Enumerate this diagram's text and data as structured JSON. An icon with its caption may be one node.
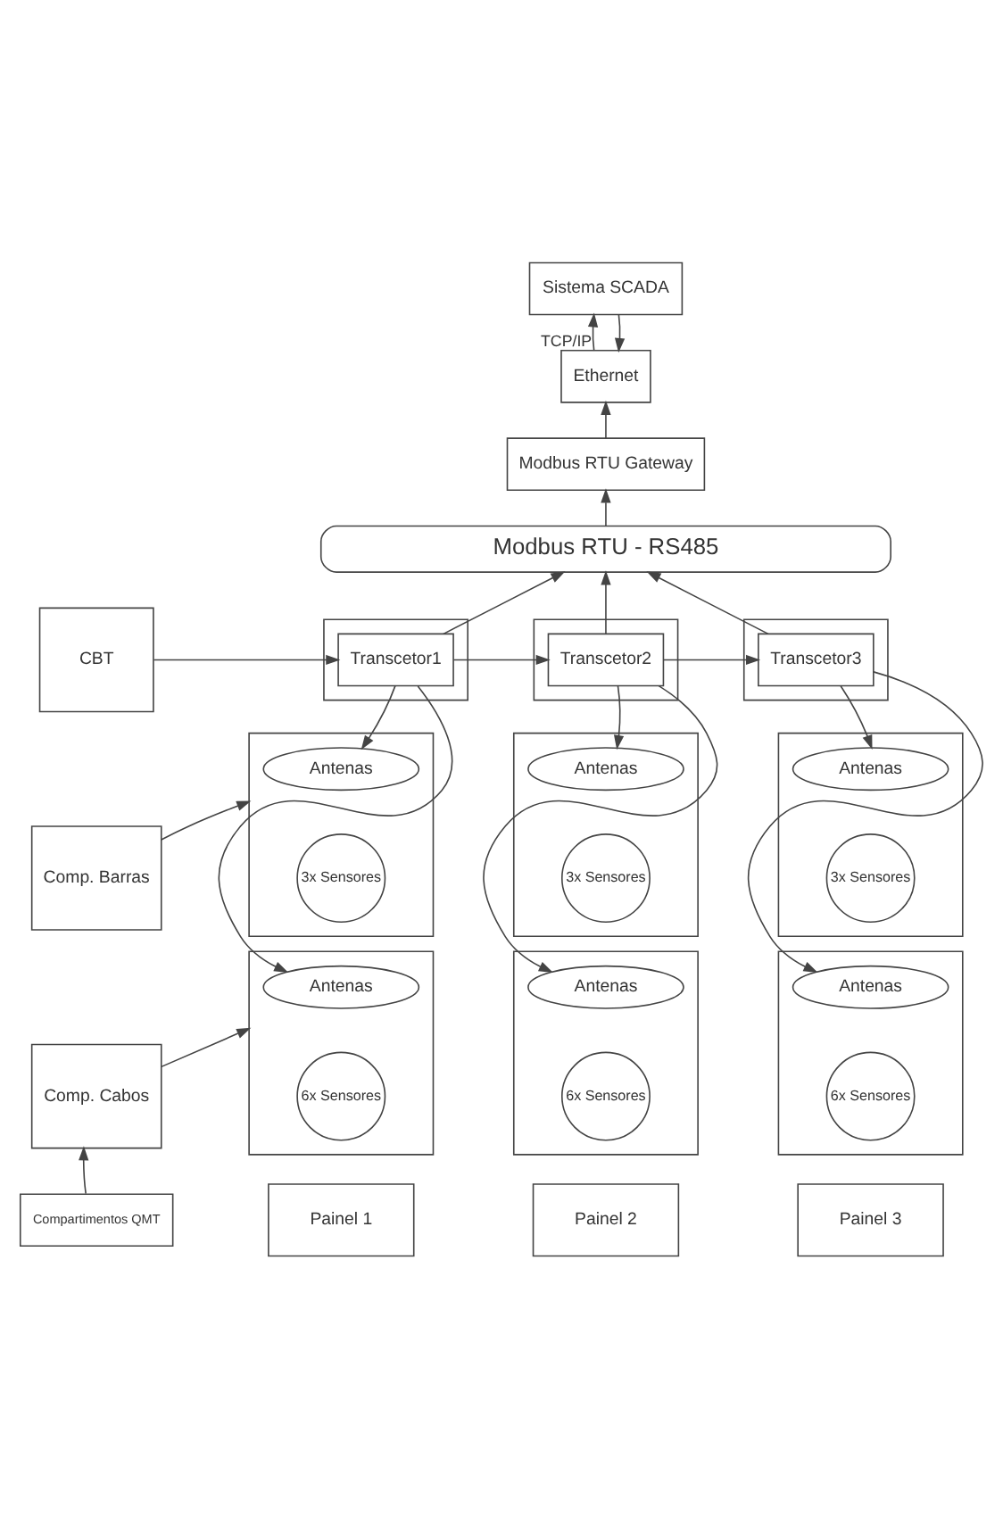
{
  "diagram": {
    "nodes": [
      {
        "text": [
          "Sistema SCADA"
        ]
      },
      {
        "text": [
          "Ethernet"
        ]
      },
      {
        "text": [
          "Modbus RTU Gateway"
        ]
      },
      {
        "text": [
          "Modbus RTU - RS485"
        ]
      },
      {
        "text": [
          "CBT"
        ]
      },
      {
        "text": [],
        "shape": "box"
      },
      {
        "text": [
          "Transcetor1"
        ],
        "in": 5
      },
      {
        "text": [],
        "shape": "box"
      },
      {
        "text": [
          "Transcetor2"
        ],
        "in": 7
      },
      {
        "text": [],
        "shape": "box"
      },
      {
        "text": [
          "Transcetor3"
        ],
        "in": 9
      },
      {
        "text": [
          "Comp. Barras"
        ]
      },
      {
        "text": [],
        "shape": "box"
      },
      {
        "text": [
          "Antenas"
        ],
        "in": 12
      },
      {
        "text": [
          "3x Sensores"
        ],
        "in": 12
      },
      {
        "text": [],
        "shape": "box"
      },
      {
        "text": [
          "Antenas"
        ],
        "in": 15
      },
      {
        "text": [
          "3x Sensores"
        ],
        "in": 15
      },
      {
        "text": [],
        "shape": "box"
      },
      {
        "text": [
          "Antenas"
        ],
        "in": 18
      },
      {
        "text": [
          "3x Sensores"
        ],
        "in": 18
      },
      {
        "text": [
          "Comp. Cabos"
        ]
      },
      {
        "text": [],
        "shape": "box"
      },
      {
        "text": [
          "Antenas"
        ],
        "in": 22
      },
      {
        "text": [
          "6x Sensores"
        ],
        "in": 22
      },
      {
        "text": [],
        "shape": "box"
      },
      {
        "text": [
          "Antenas"
        ],
        "in": 25
      },
      {
        "text": [
          "6x Sensores"
        ],
        "in": 25
      },
      {
        "text": [],
        "shape": "box"
      },
      {
        "text": [
          "Antenas"
        ],
        "in": 28
      },
      {
        "text": [
          "6x Sensores"
        ],
        "in": 28
      },
      {
        "text": [
          "Compartimentos QMT"
        ]
      },
      {
        "text": [
          "Painel 1"
        ]
      },
      {
        "text": [
          "Painel 2"
        ]
      },
      {
        "text": [
          "Painel 3"
        ]
      }
    ],
    "edges": [
      {
        "from": 0,
        "to": 1,
        "arrow": "to"
      },
      {
        "from": 1,
        "to": 0,
        "arrow": "to",
        "label": "TCP/IP"
      },
      {
        "from": 2,
        "to": 1,
        "arrow": "to"
      },
      {
        "from": 3,
        "to": 2,
        "arrow": "to"
      },
      {
        "from": 6,
        "to": 3,
        "arrow": "to"
      },
      {
        "from": 8,
        "to": 3,
        "arrow": "to"
      },
      {
        "from": 10,
        "to": 3,
        "arrow": "to"
      },
      {
        "from": 4,
        "to": 6,
        "arrow": "to"
      },
      {
        "from": 6,
        "to": 8,
        "arrow": "to"
      },
      {
        "from": 8,
        "to": 10,
        "arrow": "to"
      },
      {
        "from": 6,
        "to": 13,
        "arrow": "to"
      },
      {
        "from": 8,
        "to": 16,
        "arrow": "to"
      },
      {
        "from": 10,
        "to": 19,
        "arrow": "to"
      },
      {
        "from": 6,
        "to": 23,
        "arrow": "to"
      },
      {
        "from": 8,
        "to": 26,
        "arrow": "to"
      },
      {
        "from": 10,
        "to": 29,
        "arrow": "to"
      },
      {
        "from": 11,
        "to": 12,
        "arrow": "to"
      },
      {
        "from": 21,
        "to": 22,
        "arrow": "to"
      },
      {
        "from": 31,
        "to": 21,
        "arrow": "to"
      }
    ]
  }
}
